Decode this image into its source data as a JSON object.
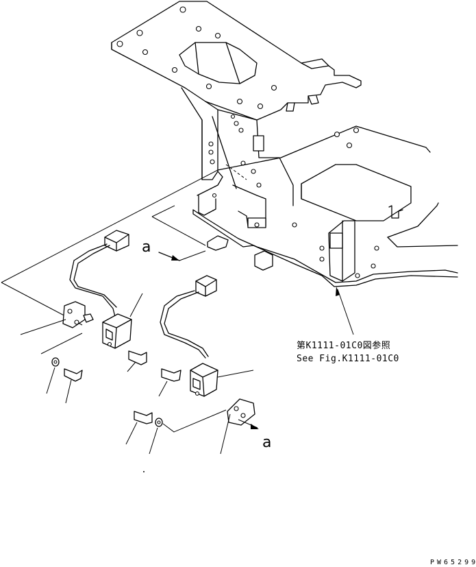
{
  "view_labels": {
    "arrow_a_upper": "a",
    "arrow_a_lower": "a"
  },
  "reference": {
    "line_jp": "第K1111-01C0図参照",
    "line_en": "See Fig.K1111-01C0"
  },
  "drawing_code": "PW65299",
  "colors": {
    "line": "#000000",
    "background": "#ffffff"
  }
}
